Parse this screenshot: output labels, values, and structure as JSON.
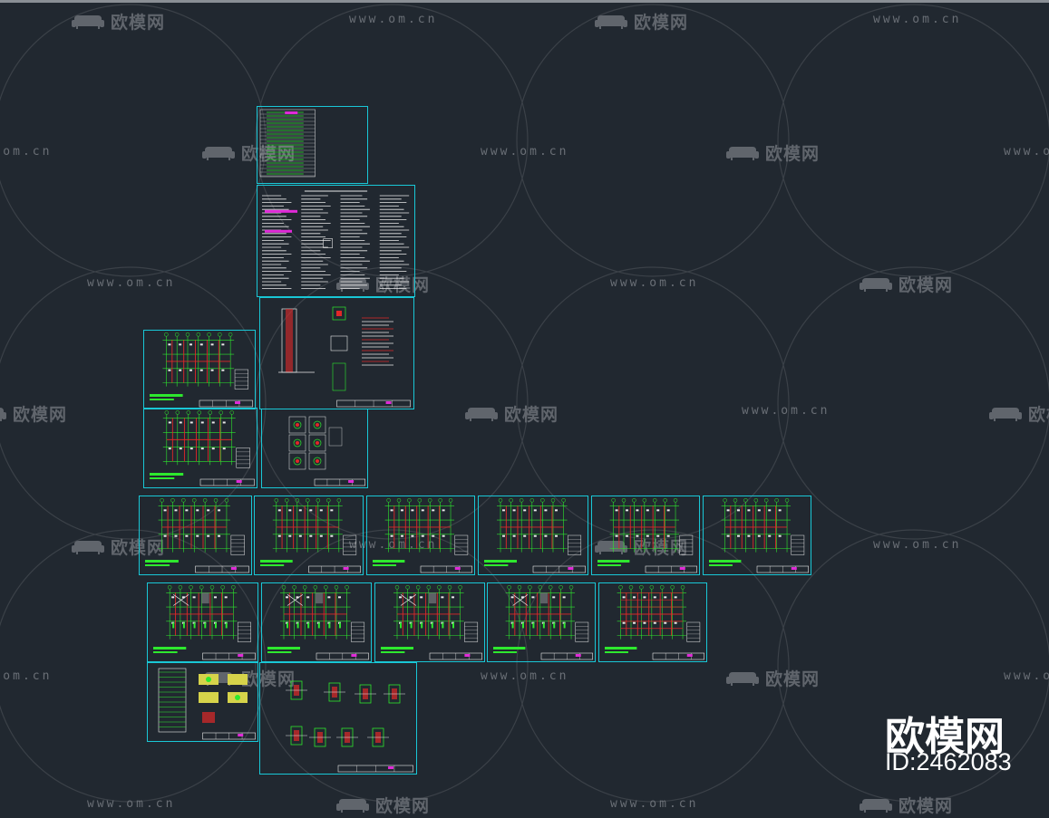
{
  "colors": {
    "background": "#212830",
    "sheet_border": "#19c7d6",
    "drawing_green": "#2ee82e",
    "drawing_red": "#e02828",
    "drawing_magenta": "#e02ad8",
    "drawing_white": "#e8e8e8",
    "watermark": "#60656c"
  },
  "watermark": {
    "site_name": "欧模网",
    "site_url": "www.om.cn",
    "logo_icon": "sofa-icon"
  },
  "brand": {
    "name": "欧模网",
    "id_text": "ID:2462083"
  },
  "sheets": [
    {
      "kind": "drawing-index"
    },
    {
      "kind": "general-notes"
    },
    {
      "kind": "foundation-details"
    },
    {
      "kind": "plan"
    },
    {
      "kind": "plan"
    },
    {
      "kind": "detail-small"
    },
    {
      "kind": "floor-plan"
    },
    {
      "kind": "floor-plan"
    },
    {
      "kind": "floor-plan"
    },
    {
      "kind": "floor-plan"
    },
    {
      "kind": "floor-plan"
    },
    {
      "kind": "floor-plan"
    },
    {
      "kind": "beam-plan"
    },
    {
      "kind": "beam-plan"
    },
    {
      "kind": "beam-plan"
    },
    {
      "kind": "beam-plan"
    },
    {
      "kind": "roof-plan"
    },
    {
      "kind": "stair-details"
    },
    {
      "kind": "node-details"
    }
  ]
}
